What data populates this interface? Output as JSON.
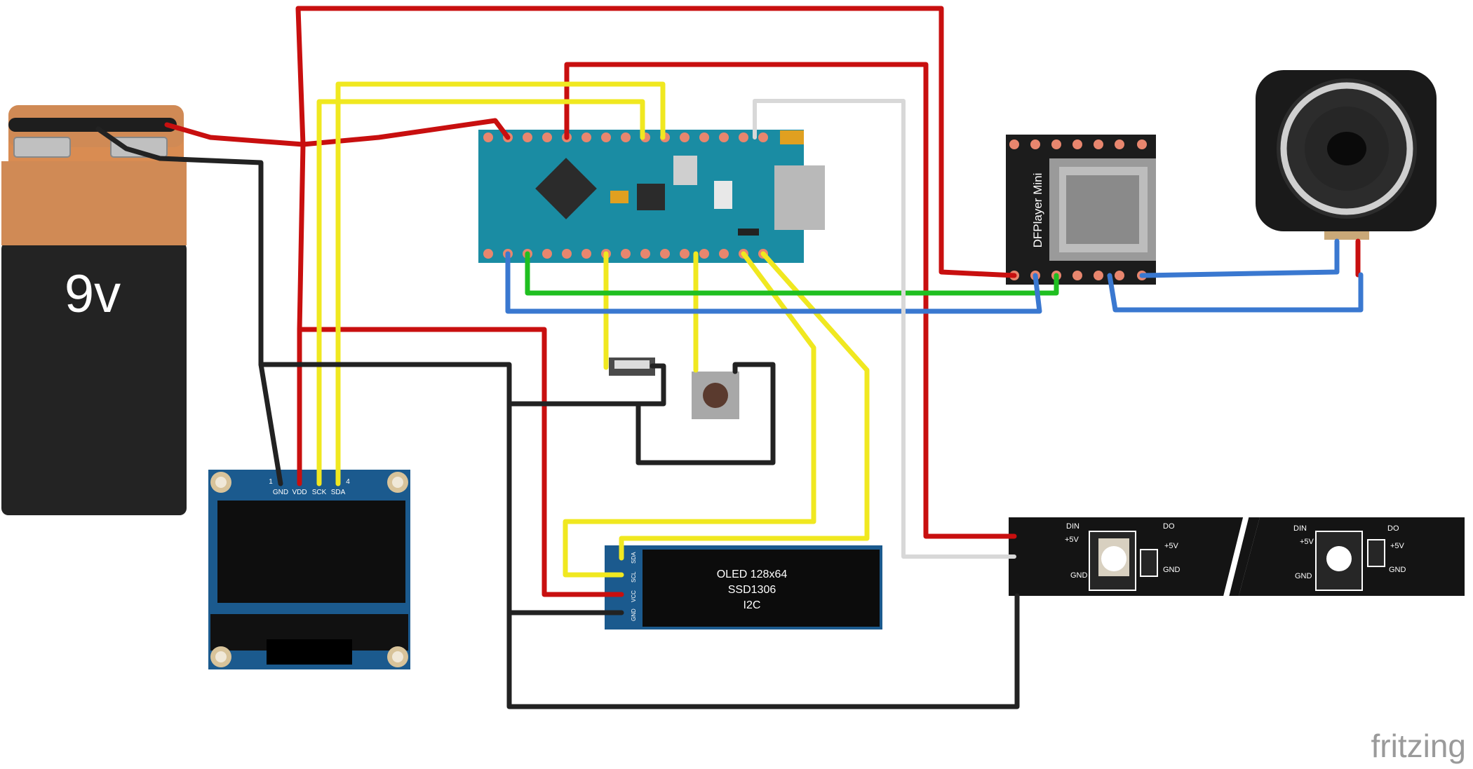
{
  "battery": {
    "label": "9v"
  },
  "oled_large": {
    "pins": [
      "1",
      "GND",
      "VDD",
      "SCK",
      "SDA",
      "4"
    ]
  },
  "oled_small": {
    "line1": "OLED 128x64",
    "line2": "SSD1306",
    "line3": "I2C",
    "pins": [
      "SDA",
      "SCL",
      "VCC",
      "GND"
    ]
  },
  "dfplayer": {
    "label": "DFPlayer Mini"
  },
  "led_strip": {
    "din": "DIN",
    "do": "DO",
    "plus5v": "+5V",
    "gnd": "GND"
  },
  "watermark": "fritzing",
  "colors": {
    "wire_red": "#c80f0f",
    "wire_yellow": "#f0e820",
    "wire_green": "#1fbf20",
    "wire_blue": "#3a78d0",
    "wire_black": "#222222",
    "wire_gray": "#d8d8d8",
    "pcb_teal": "#1a8ca3",
    "oled_blue": "#1b5a8e"
  }
}
